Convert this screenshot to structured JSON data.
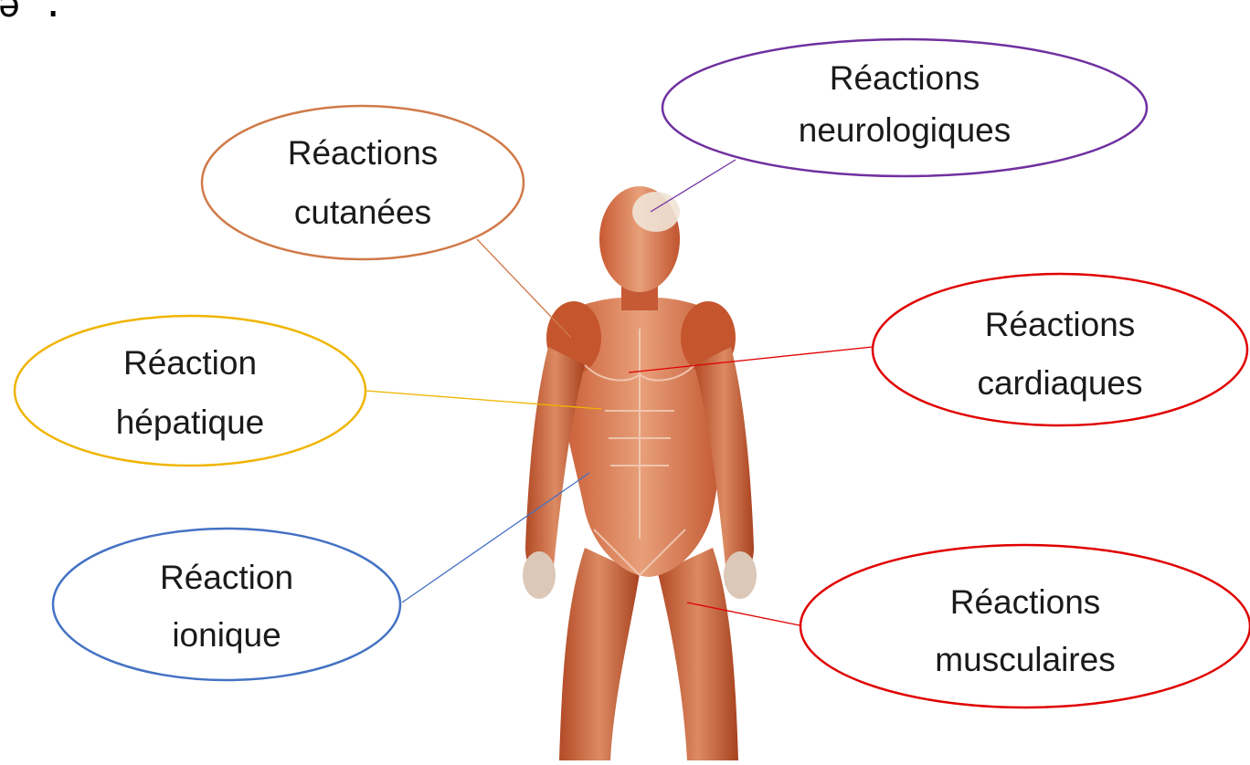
{
  "corner_mark": "ǝ .",
  "figure": {
    "name": "human muscular anatomy figure"
  },
  "labels": [
    {
      "id": "neuro",
      "line1": "Réactions",
      "line2": "neurologiques",
      "color": "#7030A0"
    },
    {
      "id": "cutane",
      "line1": "Réactions",
      "line2": "cutanées",
      "color": "#D07A48"
    },
    {
      "id": "cardia",
      "line1": "Réactions",
      "line2": "cardiaques",
      "color": "#E00000"
    },
    {
      "id": "hepat",
      "line1": "Réaction",
      "line2": "hépatique",
      "color": "#F0B400"
    },
    {
      "id": "ionic",
      "line1": "Réaction",
      "line2": "ionique",
      "color": "#4472C4"
    },
    {
      "id": "muscu",
      "line1": "Réactions",
      "line2": "musculaires",
      "color": "#E00000"
    }
  ]
}
